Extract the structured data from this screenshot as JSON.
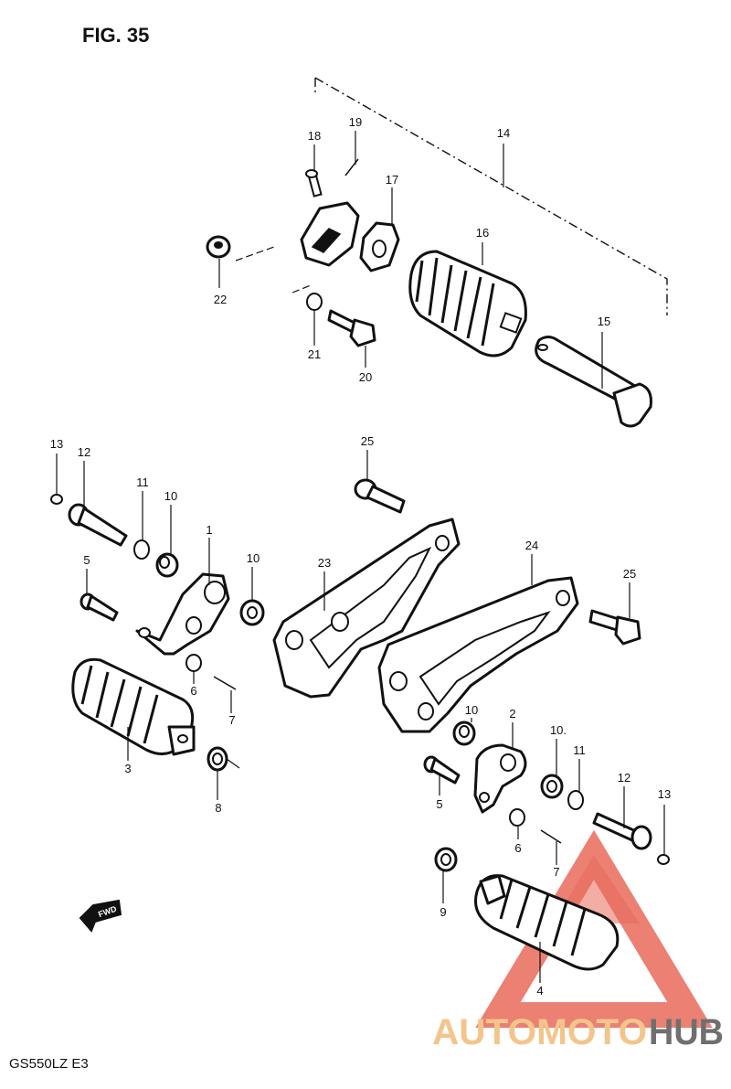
{
  "figure": {
    "title": "FIG. 35",
    "model_code": "GS550LZ  E3"
  },
  "direction_arrow": {
    "label": "FWD"
  },
  "watermark": {
    "brand_part1": "AUTOMOTO",
    "brand_part2": "HUB",
    "colors": {
      "triangle": "#e86a5a",
      "text_light": "#f3c58c",
      "text_dark": "#6f6f6f"
    }
  },
  "callouts": [
    {
      "id": "c1",
      "text": "1"
    },
    {
      "id": "c2",
      "text": "2"
    },
    {
      "id": "c3",
      "text": "3"
    },
    {
      "id": "c4",
      "text": "4"
    },
    {
      "id": "c5a",
      "text": "5"
    },
    {
      "id": "c5b",
      "text": "5"
    },
    {
      "id": "c6a",
      "text": "6"
    },
    {
      "id": "c6b",
      "text": "6"
    },
    {
      "id": "c7a",
      "text": "7"
    },
    {
      "id": "c7b",
      "text": "7"
    },
    {
      "id": "c8",
      "text": "8"
    },
    {
      "id": "c9",
      "text": "9"
    },
    {
      "id": "c10a",
      "text": "10"
    },
    {
      "id": "c10b",
      "text": "10"
    },
    {
      "id": "c10c",
      "text": "10"
    },
    {
      "id": "c10d",
      "text": "10."
    },
    {
      "id": "c11a",
      "text": "11"
    },
    {
      "id": "c11b",
      "text": "11"
    },
    {
      "id": "c12a",
      "text": "12"
    },
    {
      "id": "c12b",
      "text": "12"
    },
    {
      "id": "c13a",
      "text": "13"
    },
    {
      "id": "c13b",
      "text": "13"
    },
    {
      "id": "c14",
      "text": "14"
    },
    {
      "id": "c15",
      "text": "15"
    },
    {
      "id": "c16",
      "text": "16"
    },
    {
      "id": "c17",
      "text": "17"
    },
    {
      "id": "c18",
      "text": "18"
    },
    {
      "id": "c19",
      "text": "19"
    },
    {
      "id": "c20",
      "text": "20"
    },
    {
      "id": "c21",
      "text": "21"
    },
    {
      "id": "c22",
      "text": "22"
    },
    {
      "id": "c23",
      "text": "23"
    },
    {
      "id": "c24",
      "text": "24"
    },
    {
      "id": "c25a",
      "text": "25"
    },
    {
      "id": "c25b",
      "text": "25"
    }
  ]
}
